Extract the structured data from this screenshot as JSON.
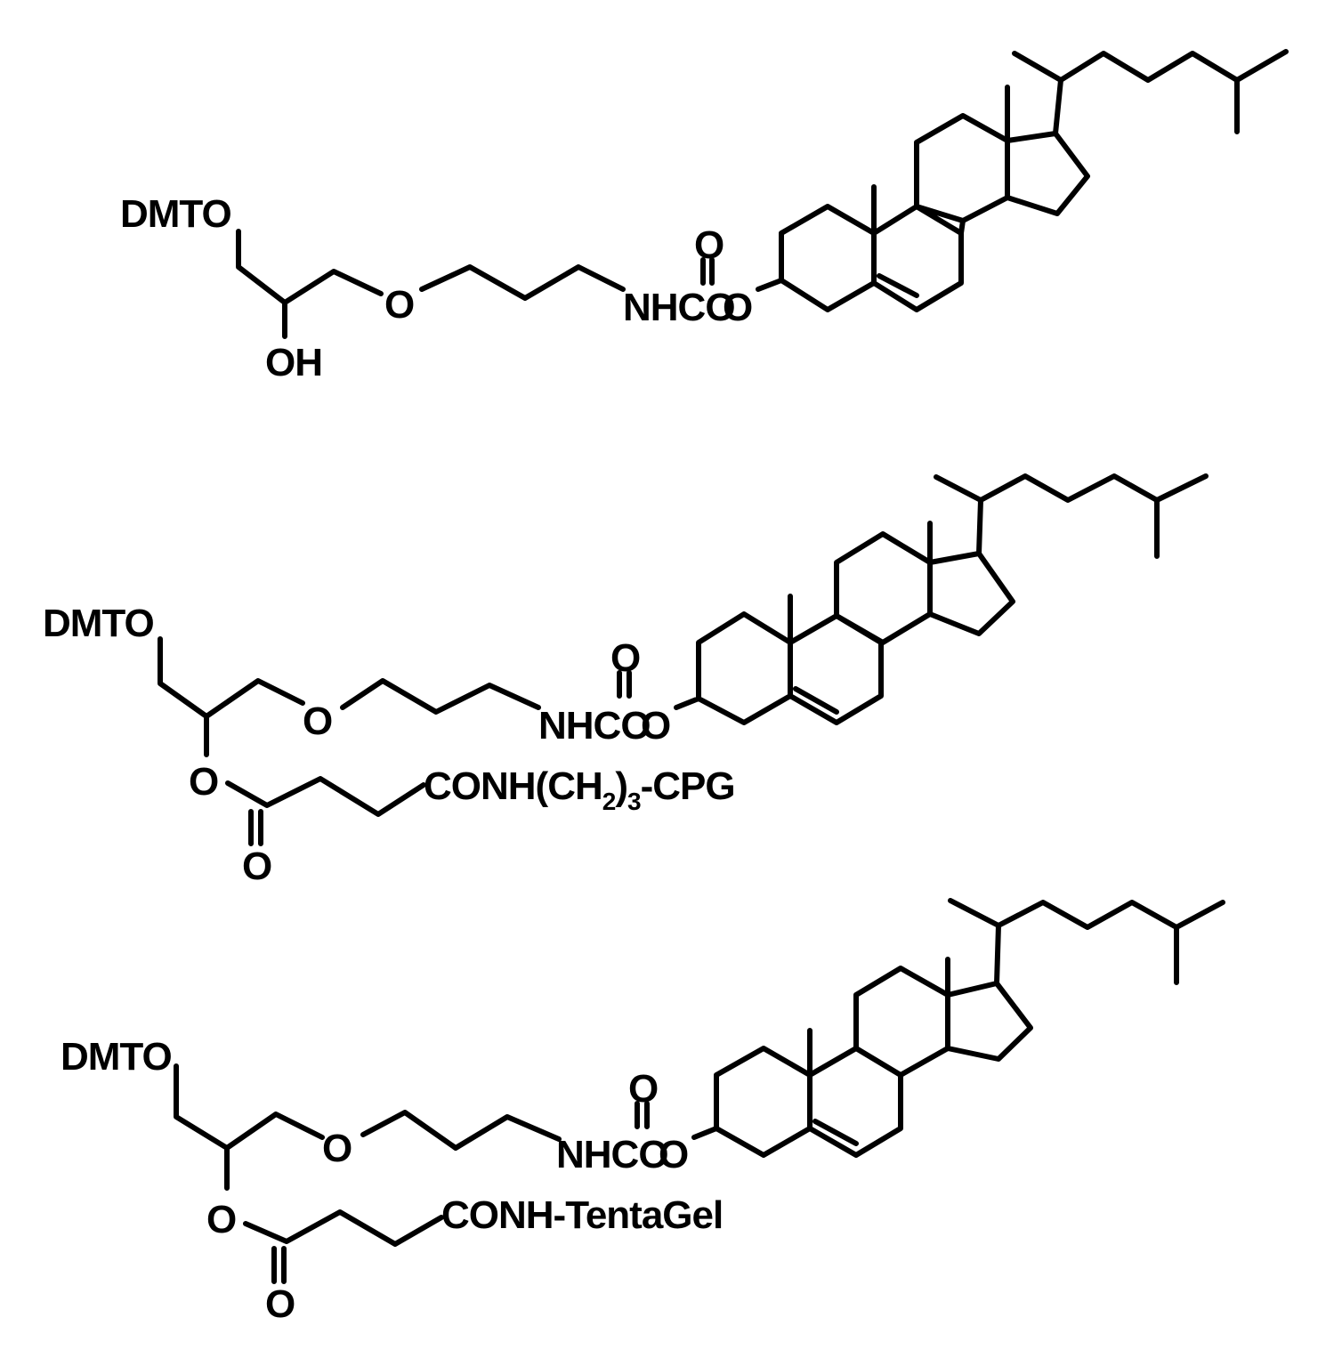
{
  "structures": [
    {
      "id": "compound-1",
      "labels": {
        "dmto": "DMTO",
        "ether_o": "O",
        "oh": "OH",
        "nhco": "NHCO",
        "carbonyl_o": "O",
        "ester_o": "O"
      }
    },
    {
      "id": "compound-2-cpg",
      "labels": {
        "dmto": "DMTO",
        "ether_o": "O",
        "nhco": "NHCO",
        "carbonyl_o": "O",
        "ester_o": "O",
        "linker_o": "O",
        "linker_carbonyl_o": "O",
        "support_prefix": "CONH(CH",
        "sub_2": "2",
        "paren_close": ")",
        "sub_3": "3",
        "support_suffix": "-CPG"
      }
    },
    {
      "id": "compound-3-tentagel",
      "labels": {
        "dmto": "DMTO",
        "ether_o": "O",
        "nhco": "NHCO",
        "carbonyl_o": "O",
        "ester_o": "O",
        "linker_o": "O",
        "linker_carbonyl_o": "O",
        "support": "CONH-TentaGel"
      }
    }
  ]
}
